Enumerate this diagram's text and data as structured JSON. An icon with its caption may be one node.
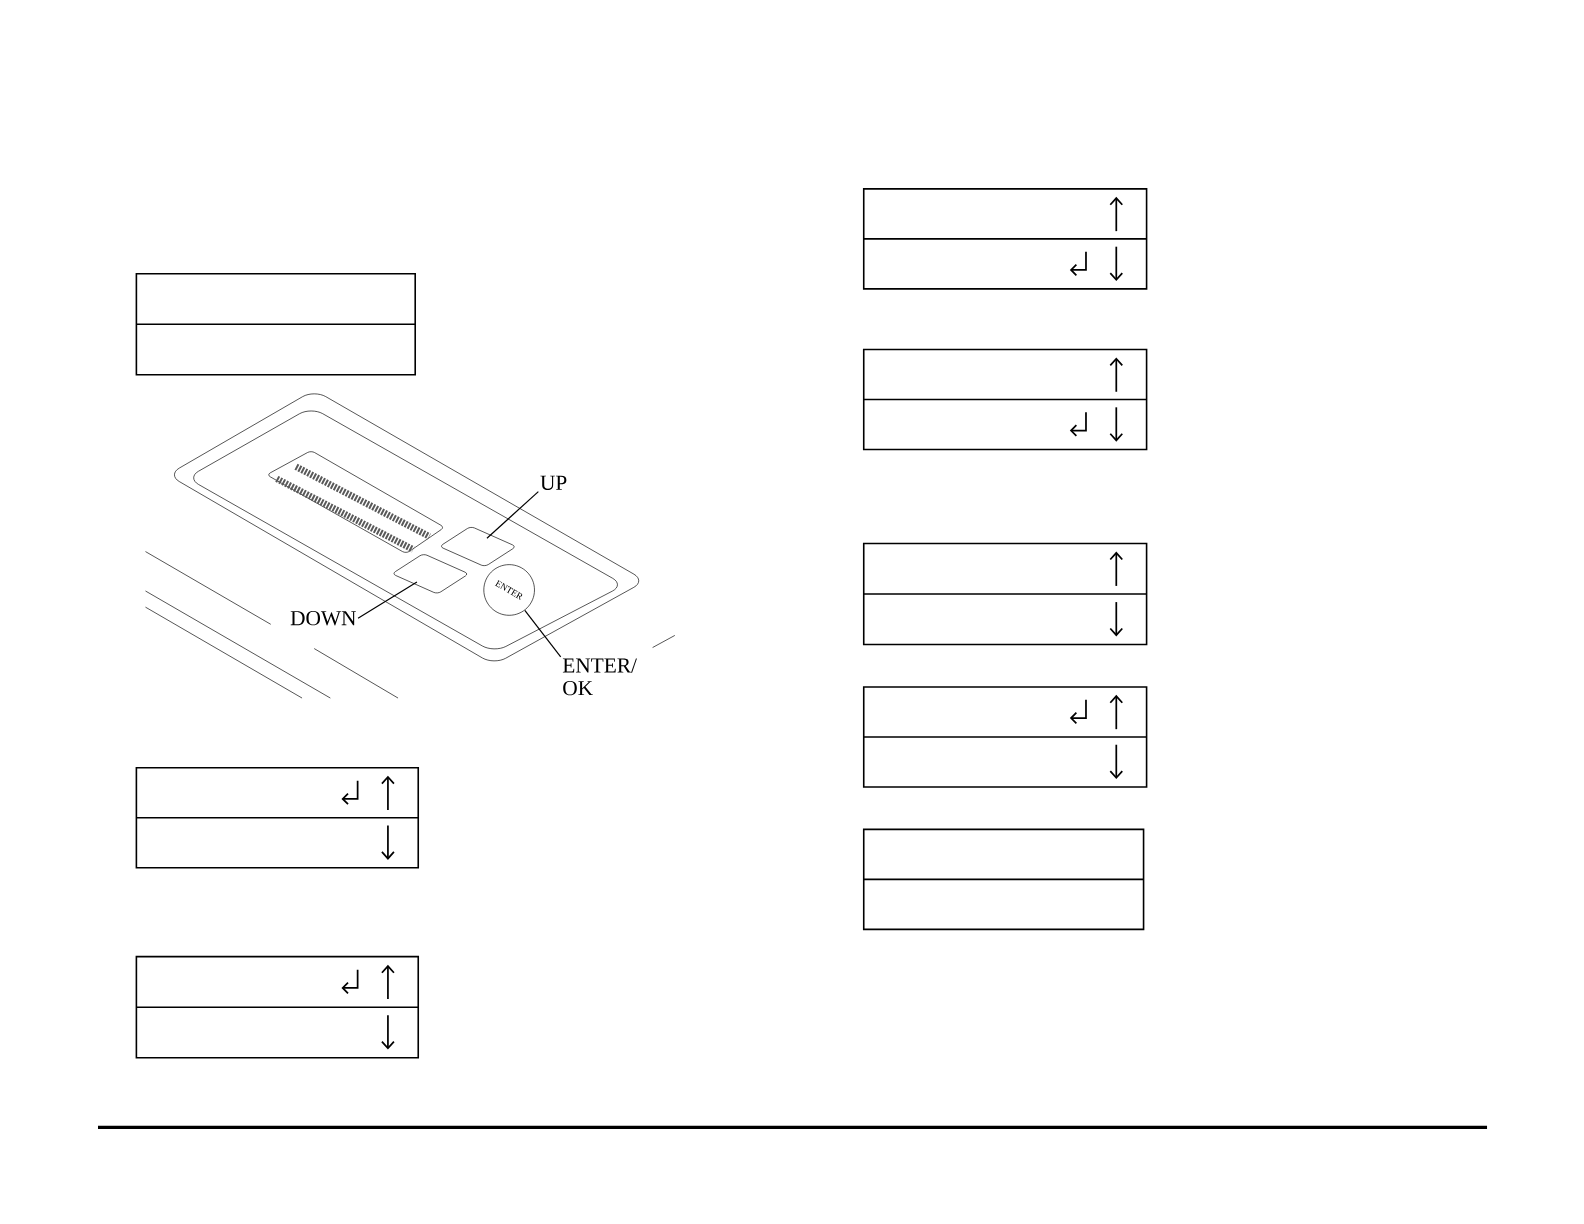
{
  "diagram": {
    "nodes": [
      {
        "text": [
          "UP"
        ]
      },
      {
        "text": [],
        "shape": "box"
      },
      {
        "text": [
          "DOWN"
        ]
      },
      {
        "text": [],
        "shape": "box"
      },
      {
        "text": [
          "ENTER"
        ]
      },
      {
        "text": [
          "ENTER/ OK"
        ]
      }
    ],
    "edges": [
      {
        "from": 0,
        "to": 1,
        "arrow": "none"
      },
      {
        "from": 2,
        "to": 3,
        "arrow": "none"
      },
      {
        "from": 5,
        "to": 4,
        "arrow": "none"
      }
    ]
  }
}
